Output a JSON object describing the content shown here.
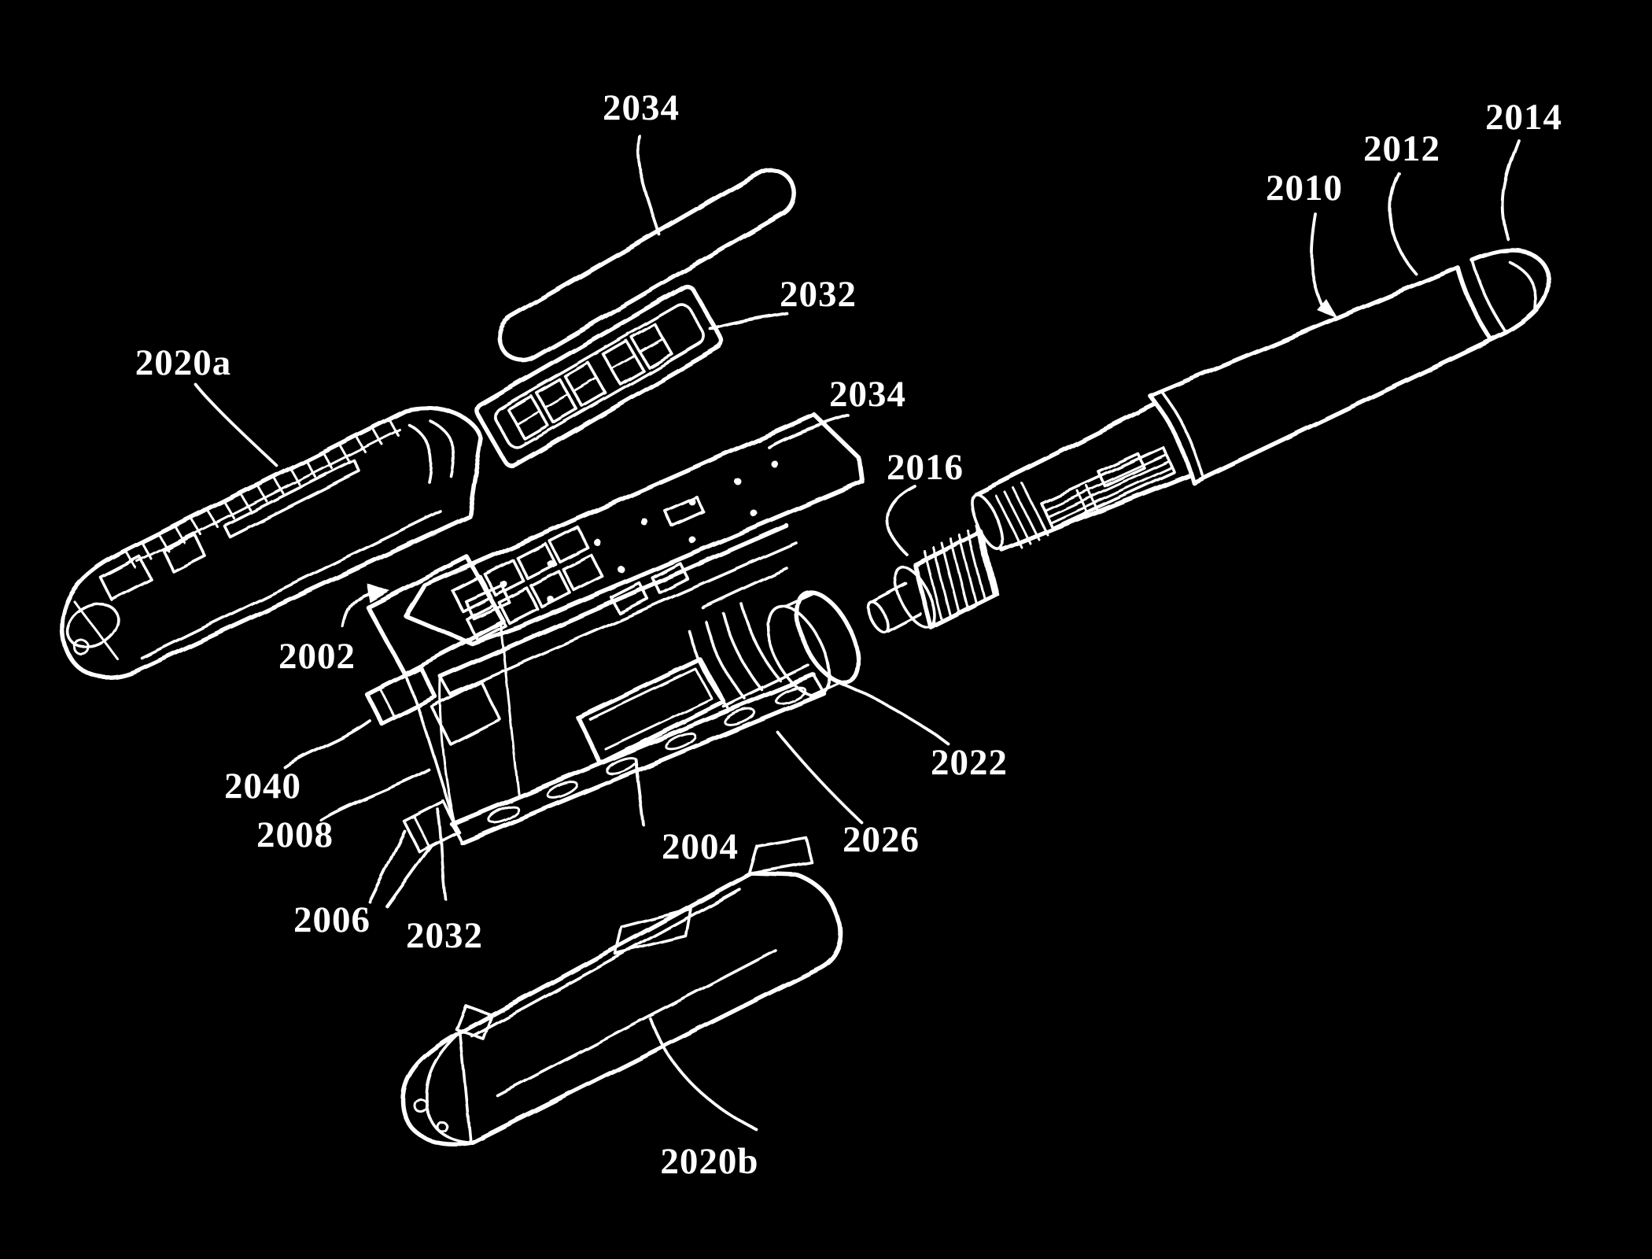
{
  "figure": {
    "background": "#000000",
    "line_color": "#ffffff",
    "type": "patent-exploded-view-drawing"
  },
  "labels": {
    "lightpipe_top": "2034",
    "display_window": "2032",
    "upper_housing": "2020a",
    "circuit_board": "2034",
    "needle_hub": "2016",
    "pen_device": "2010",
    "pen_barrel": "2012",
    "pen_cap": "2014",
    "module_assembly": "2002",
    "battery_block": "2040",
    "chassis_left": "2008",
    "holder_end_cap": "2022",
    "chassis": "2004",
    "sensor_part": "2026",
    "clip_part": "2006",
    "wire_part": "2032",
    "lower_housing": "2020b"
  }
}
